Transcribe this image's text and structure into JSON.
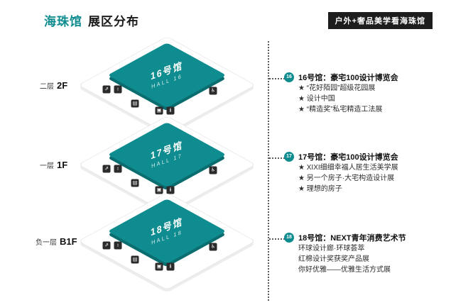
{
  "colors": {
    "teal": "#0f8c8f",
    "teal_dark": "#0a6e71",
    "badge_bg": "#1d1d1d"
  },
  "header": {
    "title_main": "海珠馆",
    "title_sub": "展区分布",
    "badge": "户外+奢品美学看海珠馆"
  },
  "icons": {
    "escalator": "⇗",
    "elevator": "↕",
    "service": "▤",
    "luggage": "▣",
    "info": "ℹ",
    "restroom": "♿"
  },
  "floors": [
    {
      "level_cn": "二层",
      "level_en": "2F",
      "hall_name": "16号馆",
      "hall_en": "HALL 16"
    },
    {
      "level_cn": "一层",
      "level_en": "1F",
      "hall_name": "17号馆",
      "hall_en": "HALL 17"
    },
    {
      "level_cn": "负一层",
      "level_en": "B1F",
      "hall_name": "18号馆",
      "hall_en": "HALL 18"
    }
  ],
  "annotations": [
    {
      "badge": "16",
      "title": "16号馆：豪宅100设计博览会",
      "lines": [
        "★ “花好陌园”超级花园展",
        "★ 设计中国",
        "★ “精造奖”私宅精造工法展"
      ]
    },
    {
      "badge": "17",
      "title": "17号馆：豪宅100设计博览会",
      "lines": [
        "★ XIXI细细幸福人居生活美学展",
        "★ 另一个房子·大宅构造设计展",
        "★ 理想的房子"
      ]
    },
    {
      "badge": "18",
      "title": "18号馆：NEXT青年消费艺术节",
      "lines": [
        "环球设计廊·环球荟萃",
        "红棉设计奖获奖产品展",
        "你好优雅——优雅生活方式展"
      ]
    }
  ]
}
